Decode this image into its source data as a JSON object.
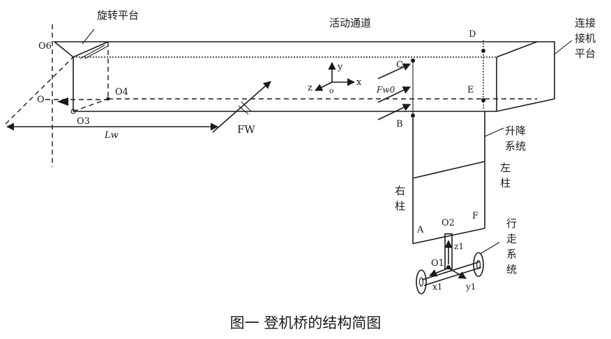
{
  "labels": {
    "rotating_platform": "旋转平台",
    "active_channel": "活动通道",
    "connection_platform": [
      "连接",
      "接机",
      "平台"
    ],
    "lifting_system": [
      "升降",
      "系统"
    ],
    "left_column": [
      "左",
      "柱"
    ],
    "right_column": [
      "右",
      "柱"
    ],
    "walking_system": [
      "行",
      "走",
      "系",
      "统"
    ],
    "O6": "O6",
    "O": "O",
    "O4": "O4",
    "O3": "O3",
    "O2": "O2",
    "O1": "O1",
    "Lw": "Lw",
    "Fw": "FW",
    "Fw0": "Fw0",
    "A": "A",
    "B": "B",
    "C": "C",
    "D": "D",
    "E": "E",
    "F": "F",
    "y": "y",
    "x": "x",
    "z": "z",
    "o": "o",
    "x1": "x1",
    "y1": "y1",
    "z1": "z1"
  },
  "caption": "图一 登机桥的结构简图"
}
